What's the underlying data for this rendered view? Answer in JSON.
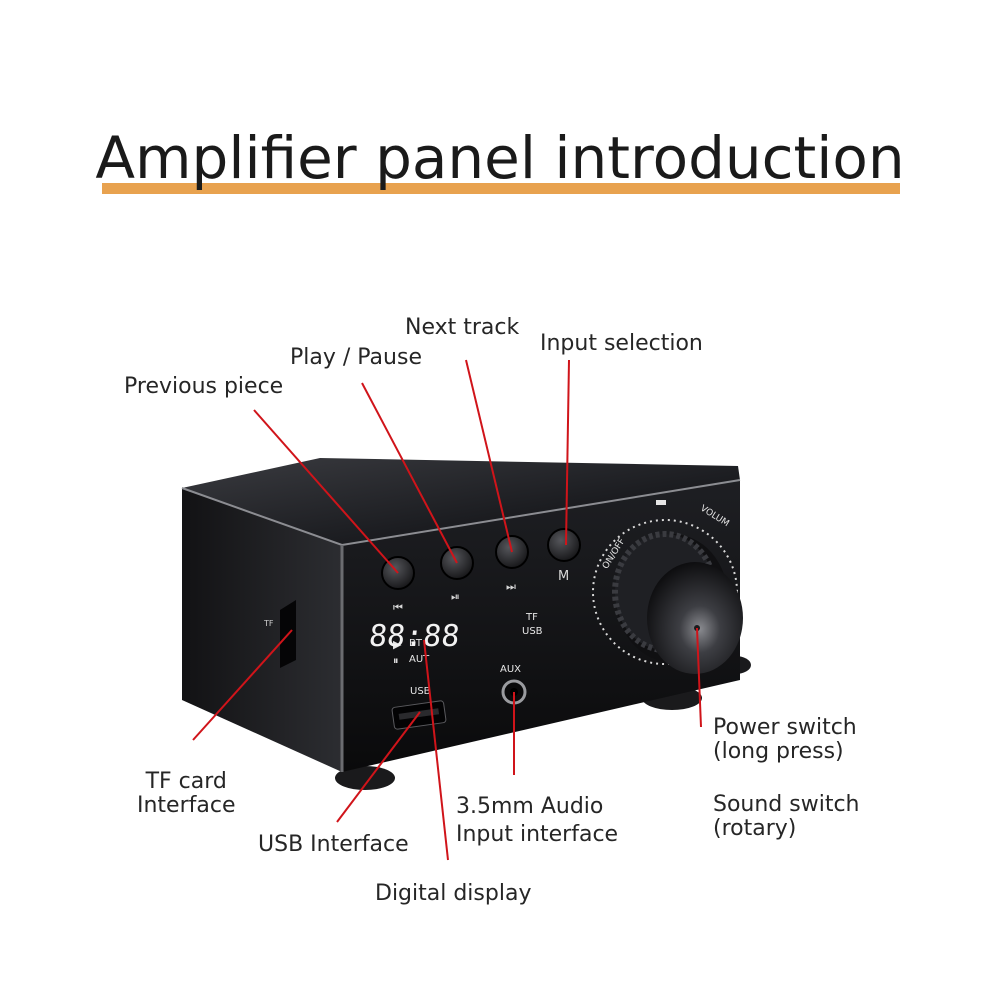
{
  "title": "Amplifier panel introduction",
  "callouts": {
    "next_track": "Next track",
    "input_selection": "Input selection",
    "play_pause": "Play / Pause",
    "previous_piece": "Previous piece",
    "power_switch_line1": "Power switch",
    "power_switch_line2": "(long press)",
    "sound_switch_line1": "Sound switch",
    "sound_switch_line2": "(rotary)",
    "tf_card_line1": "TF card",
    "tf_card_line2": "Interface",
    "audio_input_line1": "3.5mm Audio",
    "audio_input_line2": "Input interface",
    "usb_interface": "USB Interface",
    "digital_display": "Digital display"
  },
  "device": {
    "display_digits": "88:88",
    "indicator_bt": "BT",
    "indicator_aut": "AUT",
    "indicator_tf": "TF",
    "indicator_usb": "USB",
    "port_aux": "AUX",
    "port_usb": "USB",
    "side_tf": "TF",
    "button_m": "M",
    "knob_onoff": "ON/OFF",
    "knob_volume": "VOLUM"
  },
  "colors": {
    "accent_underline": "#e8a24f",
    "callout_line": "#d0141a",
    "device_body": "#141416",
    "display_digits": "#ffffff"
  }
}
